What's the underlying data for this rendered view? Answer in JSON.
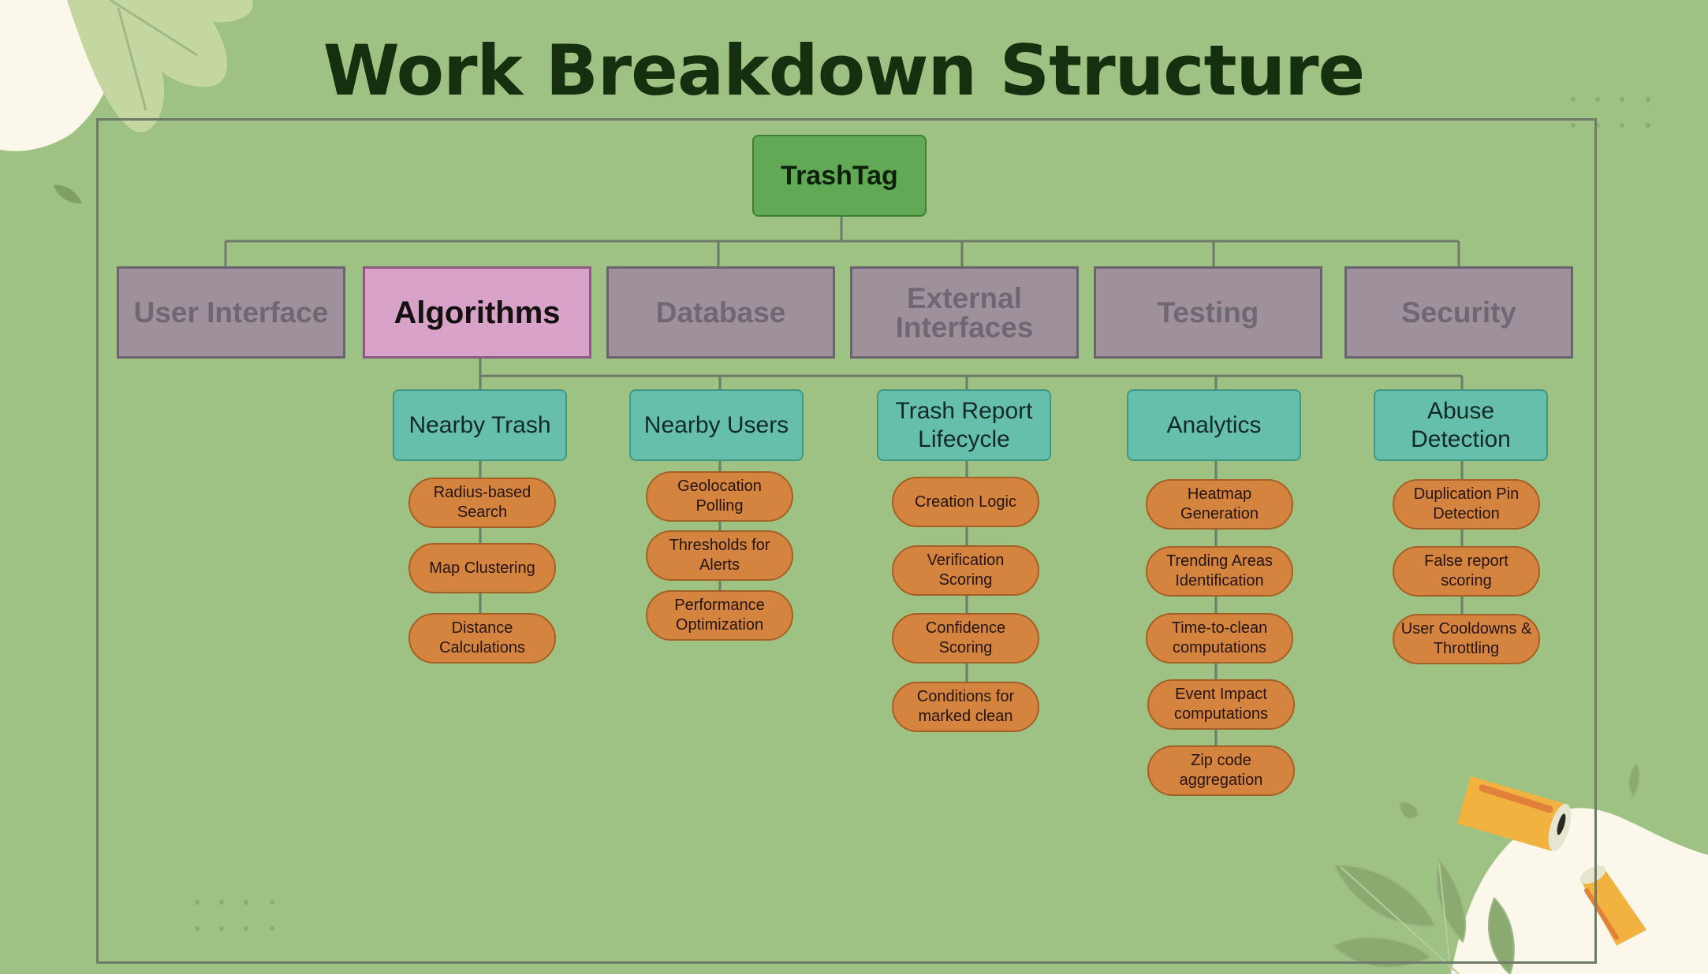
{
  "title": "Work Breakdown Structure",
  "root": "TrashTag",
  "categories": [
    {
      "label": "User Interface",
      "state": "inactive"
    },
    {
      "label": "Algorithms",
      "state": "active"
    },
    {
      "label": "Database",
      "state": "inactive"
    },
    {
      "label": "External Interfaces",
      "state": "inactive"
    },
    {
      "label": "Testing",
      "state": "inactive"
    },
    {
      "label": "Security",
      "state": "inactive"
    }
  ],
  "subcategories": [
    {
      "label": "Nearby Trash",
      "items": [
        "Radius-based Search",
        "Map Clustering",
        "Distance Calculations"
      ]
    },
    {
      "label": "Nearby Users",
      "items": [
        "Geolocation Polling",
        "Thresholds for Alerts",
        "Performance Optimization"
      ]
    },
    {
      "label": "Trash Report Lifecycle",
      "items": [
        "Creation Logic",
        "Verification Scoring",
        "Confidence Scoring",
        "Conditions for marked clean"
      ]
    },
    {
      "label": "Analytics",
      "items": [
        "Heatmap Generation",
        "Trending Areas Identification",
        "Time-to-clean computations",
        "Event Impact computations",
        "Zip code aggregation"
      ]
    },
    {
      "label": "Abuse Detection",
      "items": [
        "Duplication Pin Detection",
        "False report scoring",
        "User Cooldowns & Throttling"
      ]
    }
  ],
  "colors": {
    "background": "#9ec283",
    "root": "#62a955",
    "category_inactive": "#9e919c",
    "category_active": "#d9a2c8",
    "subcategory": "#66bfab",
    "leaf": "#d4843f"
  }
}
